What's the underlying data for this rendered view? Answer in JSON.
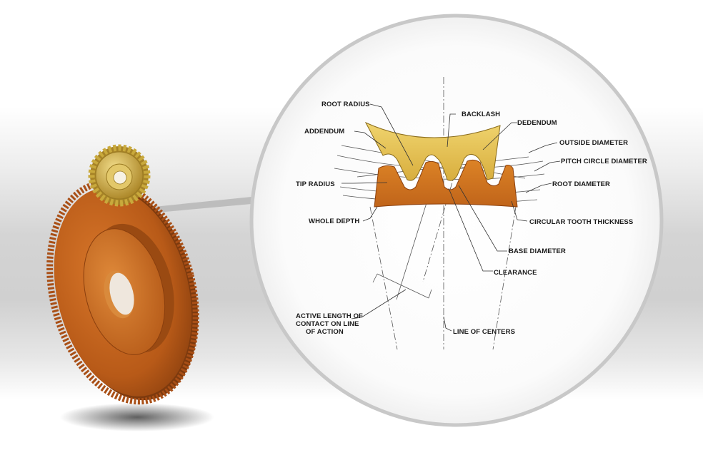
{
  "labels": {
    "root_radius": "ROOT RADIUS",
    "backlash": "BACKLASH",
    "dedendum": "DEDENDUM",
    "addendum": "ADDENDUM",
    "outside_diameter": "OUTSIDE DIAMETER",
    "pitch_circle_diameter": "PITCH CIRCLE DIAMETER",
    "tip_radius": "TIP RADIUS",
    "root_diameter": "ROOT DIAMETER",
    "whole_depth": "WHOLE DEPTH",
    "circular_tooth_thickness": "CIRCULAR TOOTH THICKNESS",
    "base_diameter": "BASE DIAMETER",
    "clearance": "CLEARANCE",
    "active_length_line1": "ACTIVE LENGTH OF",
    "active_length_line2": "CONTACT ON LINE",
    "active_length_line3": "OF ACTION",
    "line_of_centers": "LINE OF CENTERS"
  },
  "colors": {
    "large_gear": "#c9661c",
    "large_gear_dark": "#8a3f0e",
    "small_gear": "#c9a93c",
    "upper_tooth_fill": "#e8c45a",
    "lower_tooth_fill": "#d4781e",
    "magnifier_ring": "#c8c8c8"
  }
}
